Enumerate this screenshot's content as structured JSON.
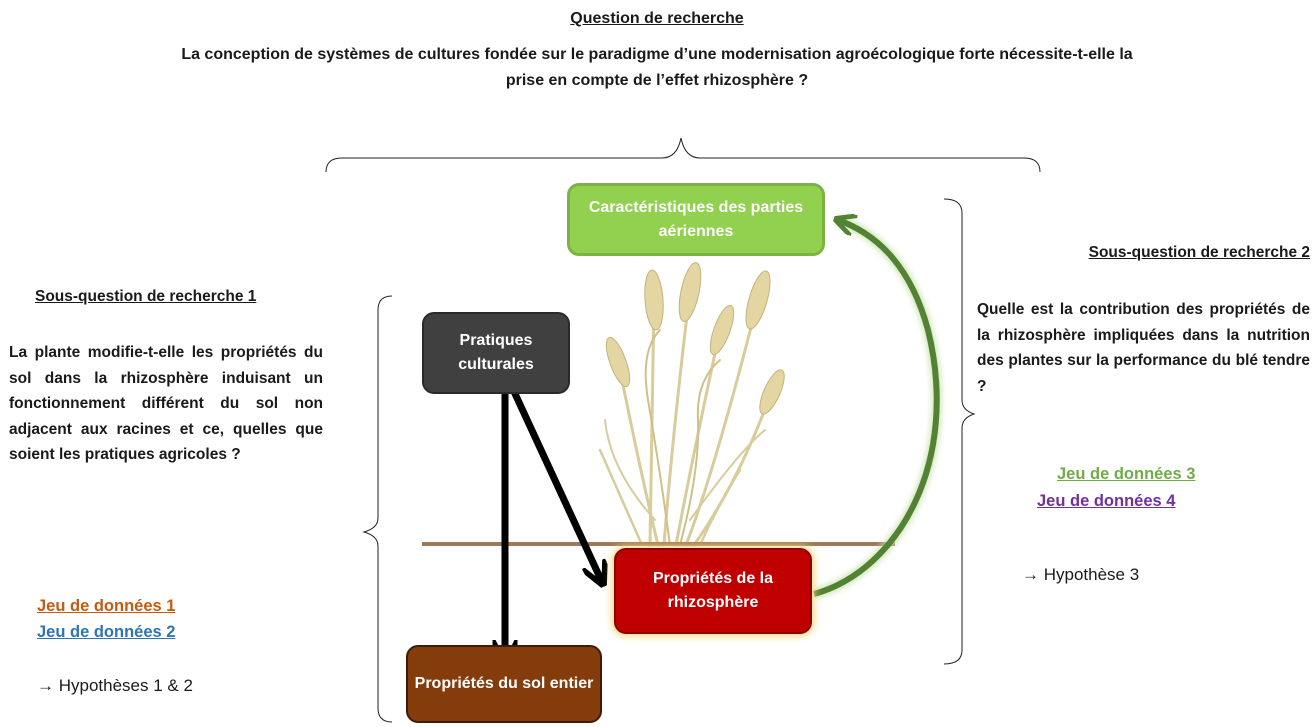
{
  "research_question": {
    "heading": "Question de recherche",
    "text": "La conception de systèmes de cultures fondée sur le paradigme d’une modernisation agroécologique forte nécessite-t-elle la prise en compte de l’effet rhizosphère ?"
  },
  "subquestion_1": {
    "heading": "Sous-question de recherche 1",
    "text": "La plante modifie-t-elle les propriétés du sol dans la rhizosphère induisant un fonctionnement différent du sol non adjacent aux racines et ce, quelles que soient les pratiques agricoles ?",
    "datasets": [
      "Jeu de données 1",
      "Jeu de données 2"
    ],
    "hypothesis": "→ Hypothèses 1 & 2"
  },
  "subquestion_2": {
    "heading": "Sous-question de recherche 2",
    "text": "Quelle est la contribution des propriétés de la rhizosphère impliquées dans la nutrition des plantes sur la performance du blé tendre ?",
    "datasets": [
      "Jeu de données 3",
      "Jeu de données 4"
    ],
    "hypothesis": "→ Hypothèse 3"
  },
  "boxes": {
    "aerial": "Caractéristiques des parties aériennes",
    "practices": "Pratiques culturales",
    "rhizosphere": "Propriétés de la rhizosphère",
    "bulk_soil": "Propriétés du sol entier"
  },
  "colors": {
    "aerial_box": "#92d050",
    "practices_box": "#404040",
    "rhizosphere_box": "#c00000",
    "bulk_soil_box": "#843c0c",
    "feedback_arrow": "#548235",
    "ground_line": "#a0785a",
    "dataset_1": "#c55a11",
    "dataset_2": "#2e75b6",
    "dataset_3": "#70ad47",
    "dataset_4": "#7030a0"
  }
}
